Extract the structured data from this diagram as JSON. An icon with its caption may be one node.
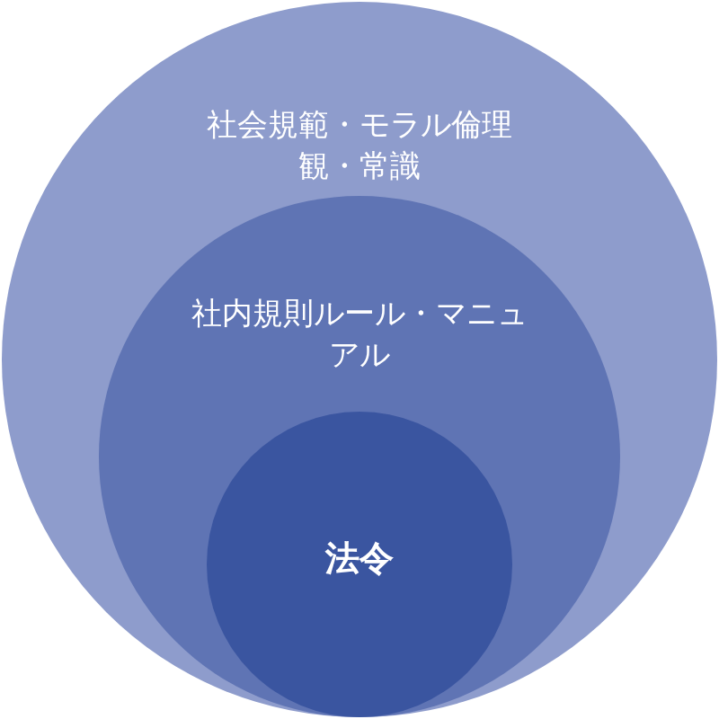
{
  "diagram": {
    "nodes": [
      {
        "text": [
          "社会規範・モラル倫理観・常識"
        ]
      },
      {
        "text": [
          "社内規則ルール・マニュアル"
        ],
        "in": 0
      },
      {
        "text": [
          "法令"
        ],
        "in": 1
      }
    ]
  }
}
